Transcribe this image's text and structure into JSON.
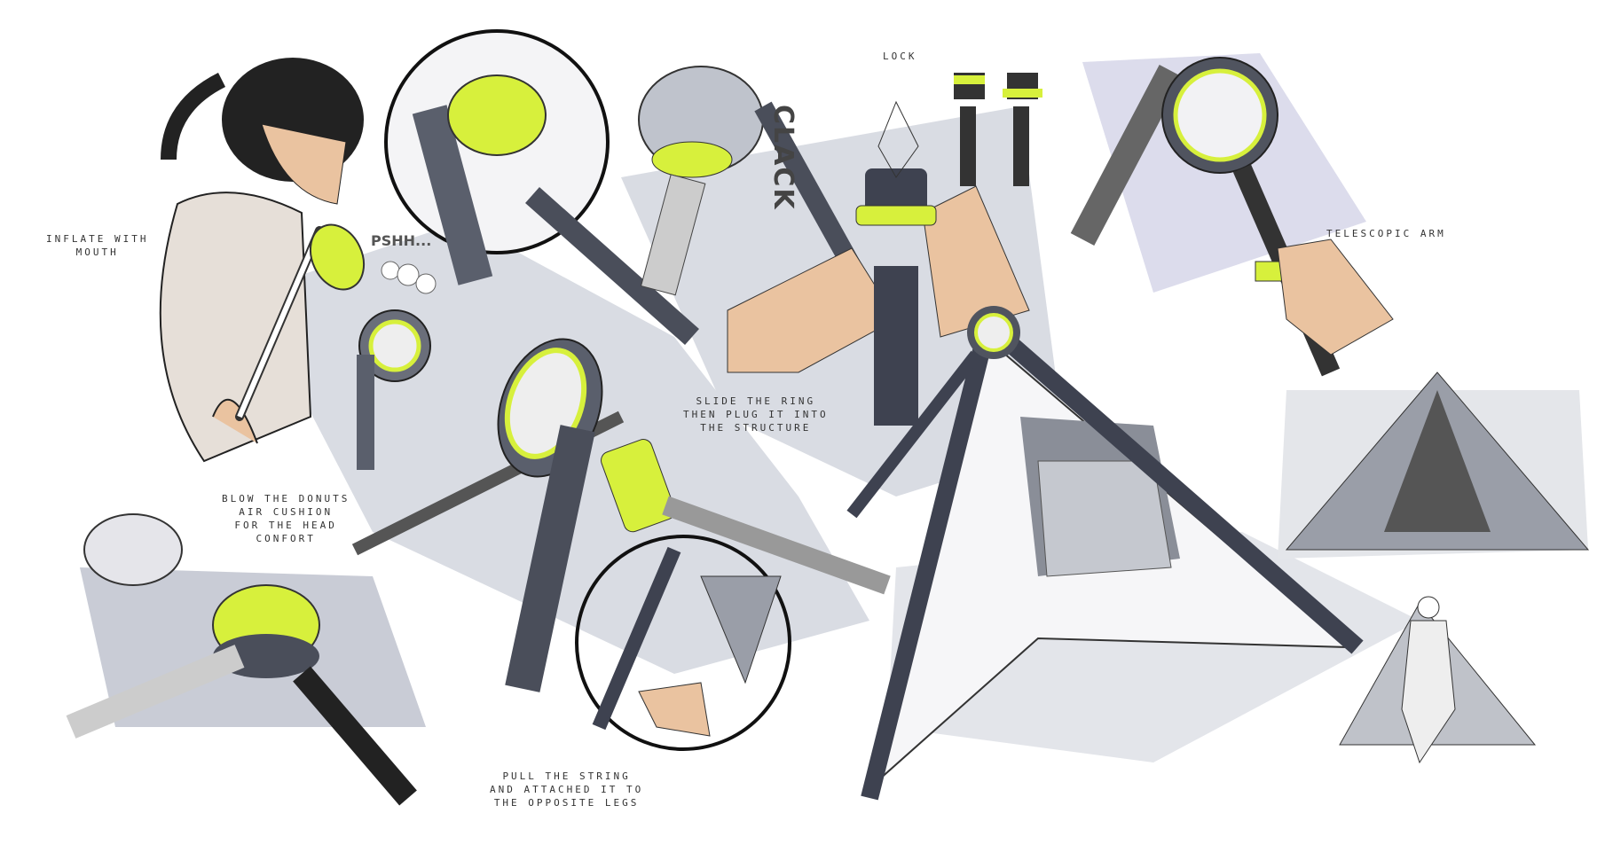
{
  "labels": {
    "inflate": "INFLATE WITH\nMOUTH",
    "pshh": "PSHH...",
    "blow": "BLOW THE DONUTS\nAIR CUSHION\nFOR THE HEAD\nCONFORT",
    "clack": "CLACK",
    "lock": "LOCK",
    "slide": "SLIDE THE RING\nTHEN PLUG IT INTO\nTHE STRUCTURE",
    "telescopic": "TELESCOPIC ARM",
    "pull": "PULL THE STRING\nAND ATTACHED IT TO\nTHE OPPOSITE LEGS"
  },
  "colors": {
    "accent": "#d7f03c",
    "frame": "#4a4e5a",
    "shadow": "#d5d8e0",
    "skin": "#eac3a0",
    "shirt": "#e6dfd8"
  }
}
